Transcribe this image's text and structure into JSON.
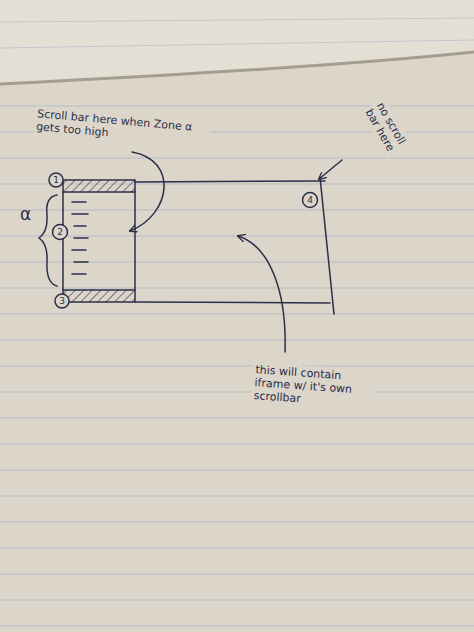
{
  "diagram": {
    "labels": [
      "Scroll bar here when Zone α gets too high",
      "no scroll bar here",
      "this will contain iframe w/ it's own scrollbar",
      "α",
      "1",
      "2",
      "3",
      "4"
    ]
  }
}
